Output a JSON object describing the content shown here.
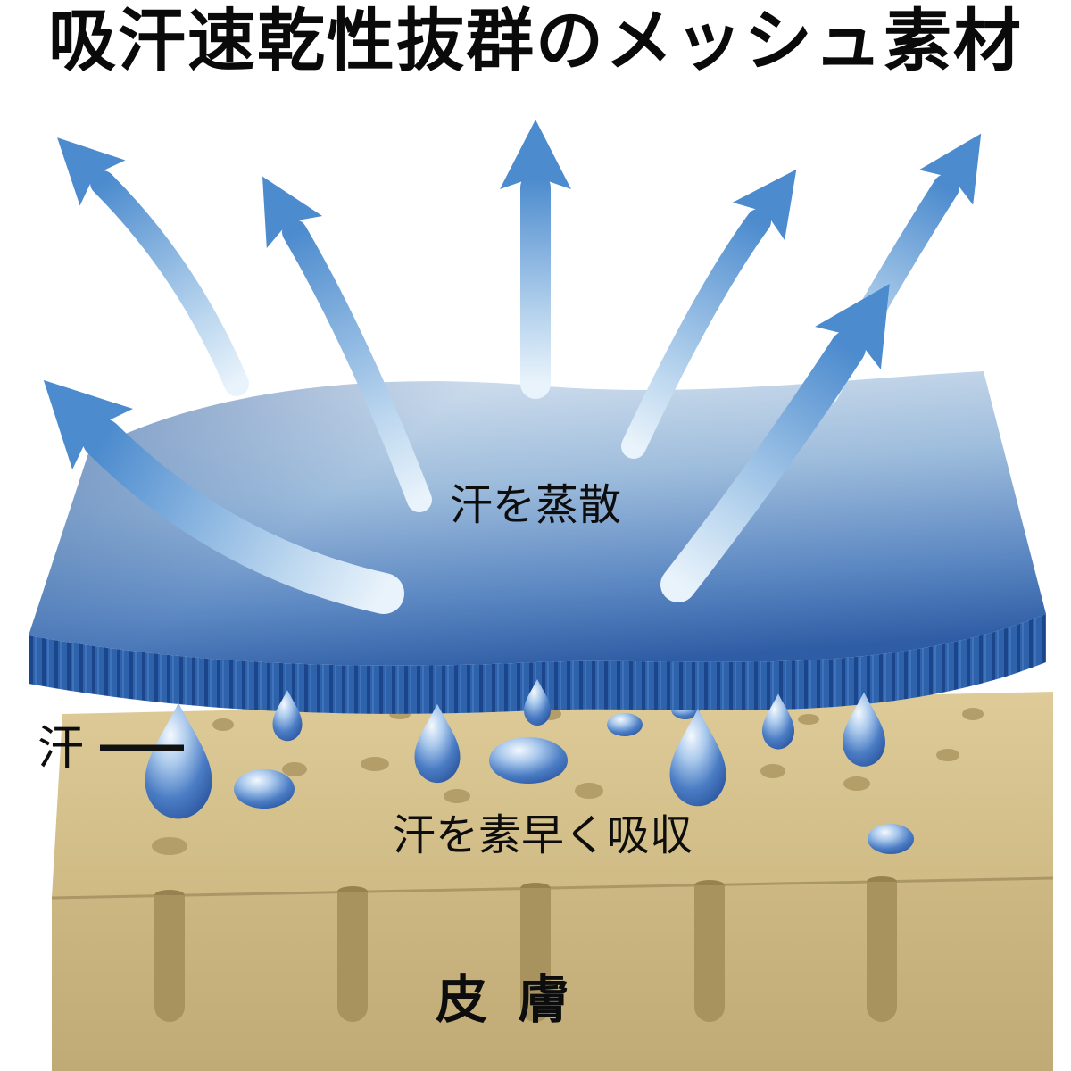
{
  "title": "吸汗速乾性抜群のメッシュ素材",
  "diagram": {
    "evaporate_label": "汗を蒸散",
    "sweat_label": "汗",
    "absorb_label": "汗を素早く吸収",
    "skin_label": "皮膚",
    "arrow_count": "7",
    "hanging_droplet_count": "7",
    "surface_droplet_count": "5"
  },
  "colors": {
    "background": "#ffffff",
    "text": "#0d0d0d",
    "arrow_blue": "#4c8bce",
    "arrow_light": "#e9f3fb",
    "fabric_light": "#d3e0ee",
    "fabric_deep": "#2f5da5",
    "fabric_side": "#2e63ab",
    "droplet_blue": "#2f62b0",
    "skin_tan": "#d6c491",
    "skin_front": "#c9b47e",
    "pore": "#b39d68"
  }
}
